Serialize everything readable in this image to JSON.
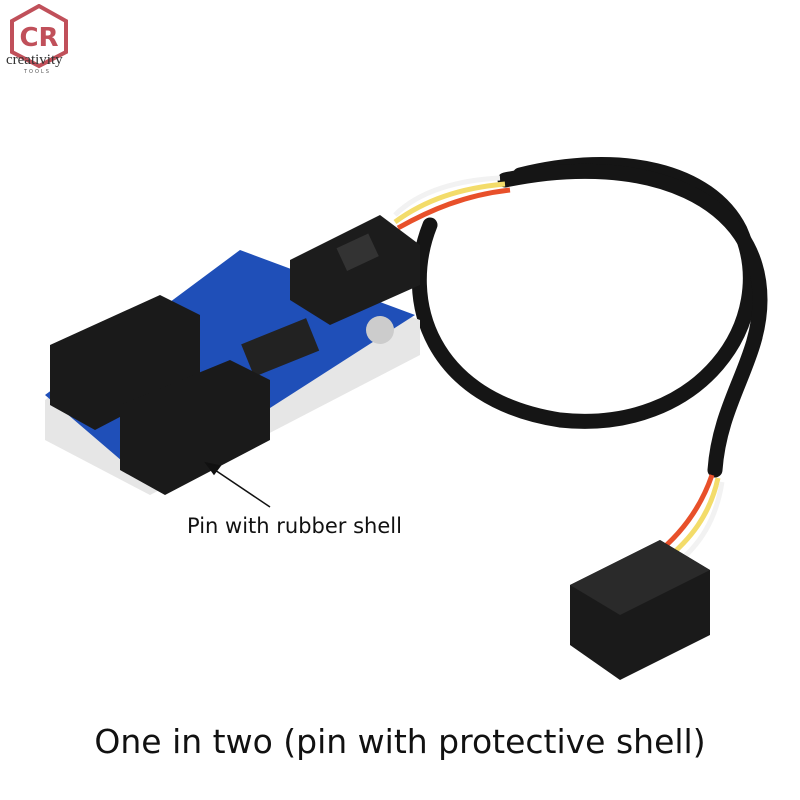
{
  "logo": {
    "text": "CR",
    "word": "creativity",
    "sub": "TOOLS",
    "color": "#c0505a"
  },
  "annotation": "Pin with rubber shell",
  "caption": "One in two (pin with protective shell)",
  "colors": {
    "pcb": "#1f4fb8",
    "connector": "#1c1c1c",
    "cable": "#151515",
    "wire_red": "#e8502a",
    "wire_yellow": "#f3dc6a",
    "wire_white": "#f2f2f2"
  }
}
